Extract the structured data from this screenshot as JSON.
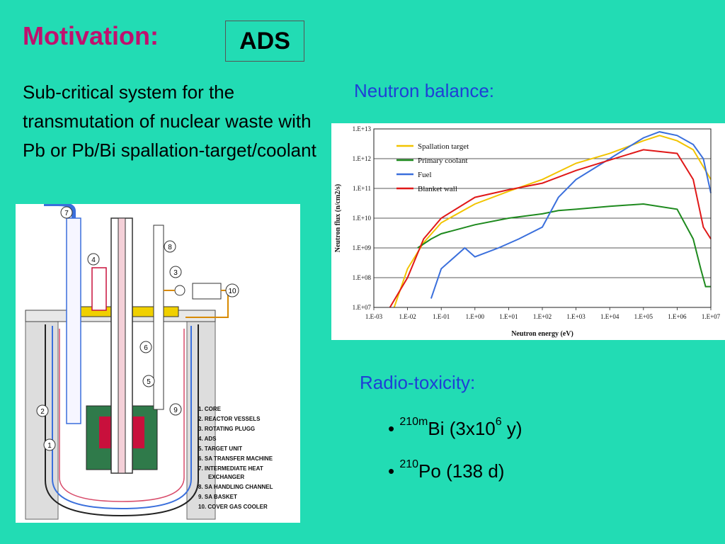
{
  "slide": {
    "title": "Motivation:",
    "ads_label": "ADS",
    "description": "Sub-critical system for the transmutation of nuclear waste with Pb or Pb/Bi spallation-target/coolant",
    "neutron_heading": "Neutron balance:",
    "radio_heading": "Radio-toxicity:",
    "bullets": [
      {
        "bullet": "•",
        "sup": "210m",
        "element": "Bi",
        "detail_pre": " (3x10",
        "detail_sup": "6",
        "detail_post": " y)"
      },
      {
        "bullet": "•",
        "sup": "210",
        "element": "Po",
        "detail": " (138 d)"
      }
    ]
  },
  "diagram": {
    "legend": [
      "1. CORE",
      "2. REACTOR VESSELS",
      "3. ROTATING PLUGG",
      "4. ADS",
      "5. TARGET UNIT",
      "6. SA TRANSFER MACHINE",
      "7. INTERMEDIATE HEAT",
      "EXCHANGER",
      "8. SA HANDLING CHANNEL",
      "9. SA BASKET",
      "10. COVER GAS COOLER"
    ],
    "callouts": [
      "1",
      "2",
      "3",
      "4",
      "5",
      "6",
      "7",
      "8",
      "9",
      "10"
    ]
  },
  "chart_data": {
    "type": "line",
    "title": "",
    "xlabel": "Neutron energy (eV)",
    "ylabel": "Neutron flux (n/cm2/s)",
    "x_scale": "log",
    "y_scale": "log",
    "xlim": [
      0.001,
      10000000
    ],
    "ylim": [
      10000000,
      10000000000000
    ],
    "x_ticks": [
      "1.E-03",
      "1.E-02",
      "1.E-01",
      "1.E+00",
      "1.E+01",
      "1.E+02",
      "1.E+03",
      "1.E+04",
      "1.E+05",
      "1.E+06",
      "1.E+07"
    ],
    "y_ticks": [
      "1.E+07",
      "1.E+08",
      "1.E+09",
      "1.E+10",
      "1.E+11",
      "1.E+12",
      "1.E+13"
    ],
    "grid": "horizontal",
    "legend_position": "top-left",
    "series": [
      {
        "name": "Spallation target",
        "color": "#f2c400",
        "points": [
          [
            0.004,
            10000000
          ],
          [
            0.01,
            200000000
          ],
          [
            0.03,
            1500000000
          ],
          [
            0.1,
            7000000000
          ],
          [
            1,
            30000000000
          ],
          [
            10,
            80000000000
          ],
          [
            100,
            200000000000
          ],
          [
            1000,
            700000000000
          ],
          [
            10000,
            1500000000000
          ],
          [
            100000,
            4000000000000
          ],
          [
            300000,
            6000000000000
          ],
          [
            1000000,
            4000000000000
          ],
          [
            3000000,
            2000000000000
          ],
          [
            10000000,
            200000000000
          ]
        ]
      },
      {
        "name": "Primary coolant",
        "color": "#1e8a1e",
        "points": [
          [
            0.02,
            1000000000
          ],
          [
            0.05,
            2000000000
          ],
          [
            0.1,
            3000000000
          ],
          [
            1,
            6000000000
          ],
          [
            10,
            10000000000
          ],
          [
            100,
            14000000000
          ],
          [
            300,
            18000000000
          ],
          [
            1000,
            20000000000
          ],
          [
            10000,
            25000000000
          ],
          [
            100000,
            30000000000
          ],
          [
            1000000,
            20000000000
          ],
          [
            3000000,
            2000000000
          ],
          [
            5000000,
            200000000
          ],
          [
            7000000,
            50000000
          ],
          [
            10000000,
            50000000
          ]
        ]
      },
      {
        "name": "Fuel",
        "color": "#3a6fdc",
        "points": [
          [
            0.05,
            20000000
          ],
          [
            0.1,
            200000000
          ],
          [
            0.5,
            1000000000
          ],
          [
            1,
            500000000
          ],
          [
            5,
            1000000000
          ],
          [
            20,
            2000000000
          ],
          [
            100,
            5000000000
          ],
          [
            300,
            50000000000
          ],
          [
            1000,
            200000000000
          ],
          [
            10000,
            1000000000000
          ],
          [
            100000,
            5000000000000
          ],
          [
            300000,
            8000000000000
          ],
          [
            1000000,
            6000000000000
          ],
          [
            3000000,
            3000000000000
          ],
          [
            6000000,
            1000000000000
          ],
          [
            10000000,
            70000000000
          ]
        ]
      },
      {
        "name": "Blanket wall",
        "color": "#e01818",
        "points": [
          [
            0.003,
            10000000
          ],
          [
            0.01,
            100000000
          ],
          [
            0.03,
            2000000000
          ],
          [
            0.1,
            10000000000
          ],
          [
            1,
            50000000000
          ],
          [
            10,
            90000000000
          ],
          [
            100,
            150000000000
          ],
          [
            1000,
            400000000000
          ],
          [
            10000,
            900000000000
          ],
          [
            100000,
            2000000000000
          ],
          [
            1000000,
            1500000000000
          ],
          [
            3000000,
            200000000000
          ],
          [
            6000000,
            5000000000
          ],
          [
            10000000,
            2000000000
          ]
        ]
      }
    ]
  }
}
